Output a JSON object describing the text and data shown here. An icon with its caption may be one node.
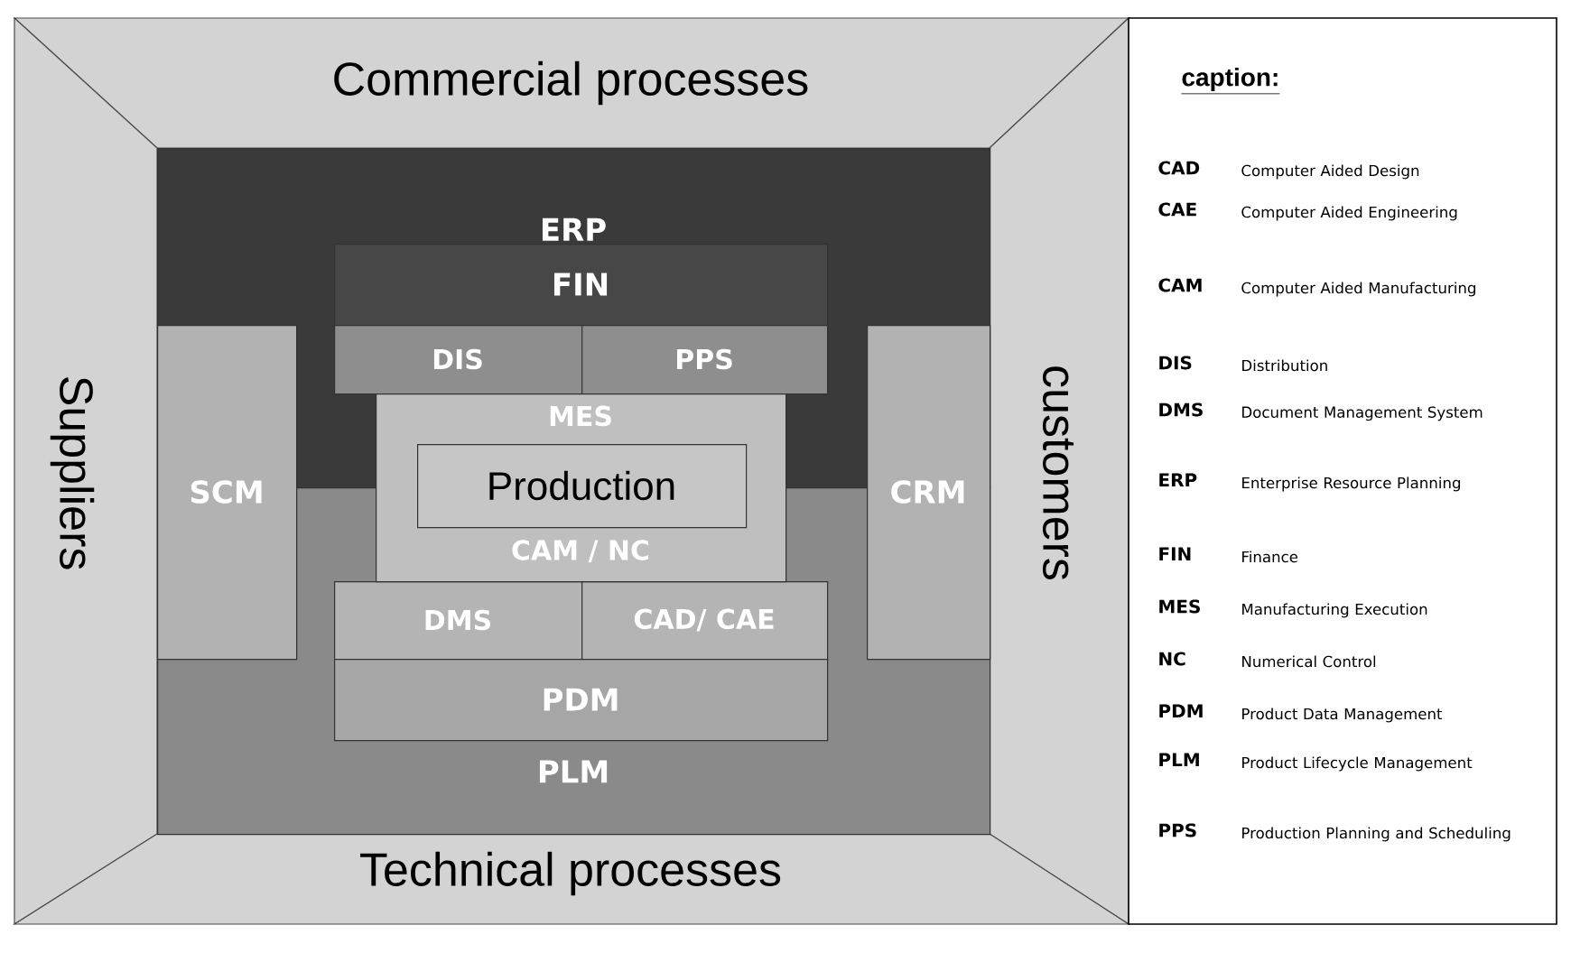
{
  "diagram": {
    "nodes": [
      {
        "text": [
          "Commercial processes"
        ]
      },
      {
        "text": [
          "Suppliers"
        ]
      },
      {
        "text": [
          "ERP"
        ]
      },
      {
        "text": [
          "FIN"
        ],
        "in": 2
      },
      {
        "text": [
          "DIS"
        ],
        "in": 2
      },
      {
        "text": [
          "PPS"
        ],
        "in": 2
      },
      {
        "text": [
          "SCM"
        ]
      },
      {
        "text": [
          "MES",
          "CAM / NC"
        ]
      },
      {
        "text": [
          "Production"
        ],
        "in": 7
      },
      {
        "text": [
          "CRM"
        ]
      },
      {
        "text": [
          "customers"
        ]
      },
      {
        "text": [
          "PLM"
        ]
      },
      {
        "text": [
          "DMS"
        ],
        "in": 11
      },
      {
        "text": [
          "CAD/ CAE"
        ],
        "in": 11
      },
      {
        "text": [
          "PDM"
        ],
        "in": 11
      },
      {
        "text": [
          "Technical processes"
        ]
      }
    ],
    "labels": [
      "caption:",
      "CAD",
      "Computer Aided Design",
      "CAE",
      "Computer Aided Engineering",
      "CAM",
      "Computer Aided Manufacturing",
      "DIS",
      "Distribution",
      "DMS",
      "Document Management System",
      "ERP",
      "Enterprise Resource Planning",
      "FIN",
      "Finance",
      "MES",
      "Manufacturing Execution",
      "NC",
      "Numerical Control",
      "PDM",
      "Product Data Management",
      "PLM",
      "Product Lifecycle Management",
      "PPS",
      "Production Planning and Scheduling"
    ]
  }
}
